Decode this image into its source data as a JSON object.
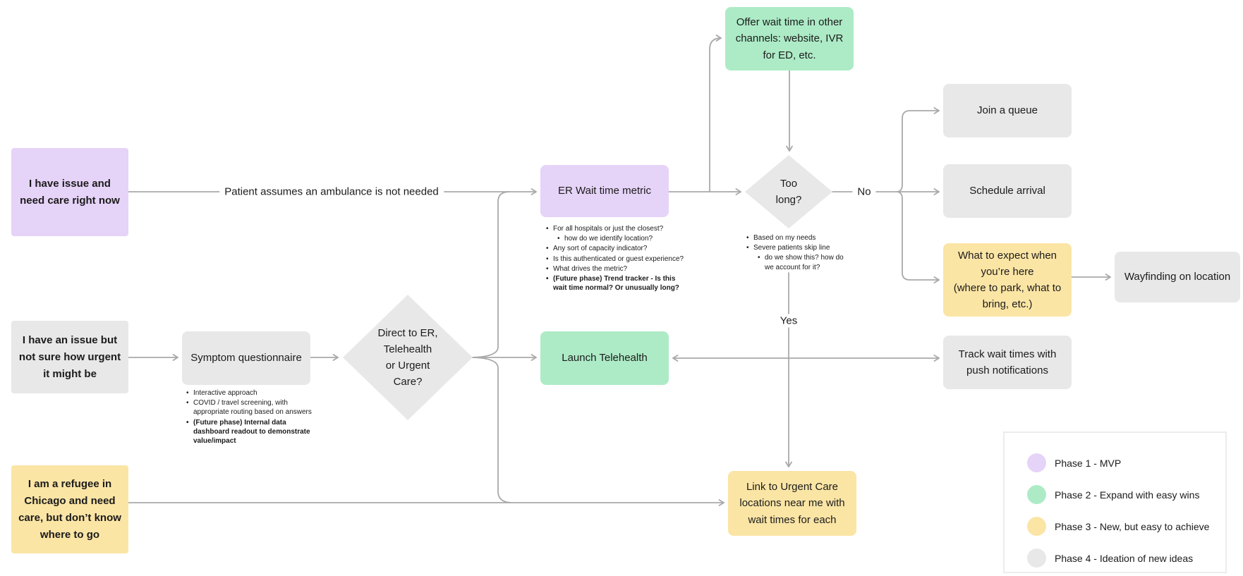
{
  "colors": {
    "phase1_purple": "#E6D3F8",
    "phase2_green": "#ADEBC6",
    "phase3_yellow": "#FBE5A5",
    "phase4_gray": "#E8E8E8",
    "connector_gray": "#A9A9A9",
    "text": "#1B1B1B",
    "canvas_bg": "#FFFFFF"
  },
  "nodes": {
    "issue_now": {
      "label": "I have issue and need care right now"
    },
    "issue_unsure": {
      "label": "I have an issue but not sure how urgent it might be"
    },
    "refugee": {
      "label": "I am a refugee in Chicago and need care, but don’t know where to go"
    },
    "offer_channels": {
      "label": "Offer wait time in other channels: website, IVR for ED, etc."
    },
    "er_metric": {
      "label": "ER Wait time metric"
    },
    "too_long": {
      "label": "Too\nlong?"
    },
    "join_queue": {
      "label": "Join a queue"
    },
    "schedule_arrival": {
      "label": "Schedule arrival"
    },
    "what_expect": {
      "label": "What to expect when you’re here\n(where to park, what to bring, etc.)"
    },
    "wayfinding": {
      "label": "Wayfinding on location"
    },
    "track_wait": {
      "label": "Track wait times with push notifications"
    },
    "launch_telehealth": {
      "label": "Launch Telehealth"
    },
    "direct_decision": {
      "label": "Direct to ER,\nTelehealth\nor Urgent\nCare?"
    },
    "symptom_questionnaire": {
      "label": "Symptom questionnaire"
    },
    "link_urgent_care": {
      "label": "Link to Urgent Care locations near me with wait times for each"
    }
  },
  "edge_labels": {
    "ambulance": "Patient assumes an ambulance is not needed",
    "no": "No",
    "yes": "Yes"
  },
  "notes": {
    "er_metric": [
      {
        "text": "For all hospitals or just the closest?",
        "level": 1,
        "bold": false
      },
      {
        "text": "how do we identify location?",
        "level": 2,
        "bold": false
      },
      {
        "text": "Any sort of capacity indicator?",
        "level": 1,
        "bold": false
      },
      {
        "text": "Is this authenticated or guest experience?",
        "level": 1,
        "bold": false
      },
      {
        "text": "What drives the metric?",
        "level": 1,
        "bold": false
      },
      {
        "text": "(Future phase) Trend tracker - Is this wait time normal? Or unusually long?",
        "level": 1,
        "bold": true
      }
    ],
    "too_long": [
      {
        "text": "Based on my needs",
        "level": 1,
        "bold": false
      },
      {
        "text": "Severe patients skip line",
        "level": 1,
        "bold": false
      },
      {
        "text": "do we show this? how do we account for it?",
        "level": 2,
        "bold": false
      }
    ],
    "symptom": [
      {
        "text": "Interactive approach",
        "level": 1,
        "bold": false
      },
      {
        "text": "COVID / travel screening, with appropriate routing based on answers",
        "level": 1,
        "bold": false
      },
      {
        "text": "(Future phase) Internal data dashboard readout to demonstrate value/impact",
        "level": 1,
        "bold": true
      }
    ]
  },
  "legend": {
    "items": [
      {
        "label": "Phase 1 - MVP",
        "color": "#E6D3F8"
      },
      {
        "label": "Phase 2 - Expand with easy wins",
        "color": "#ADEBC6"
      },
      {
        "label": "Phase 3 - New, but easy to achieve",
        "color": "#FBE5A5"
      },
      {
        "label": "Phase 4 - Ideation of new ideas",
        "color": "#E8E8E8"
      }
    ]
  }
}
